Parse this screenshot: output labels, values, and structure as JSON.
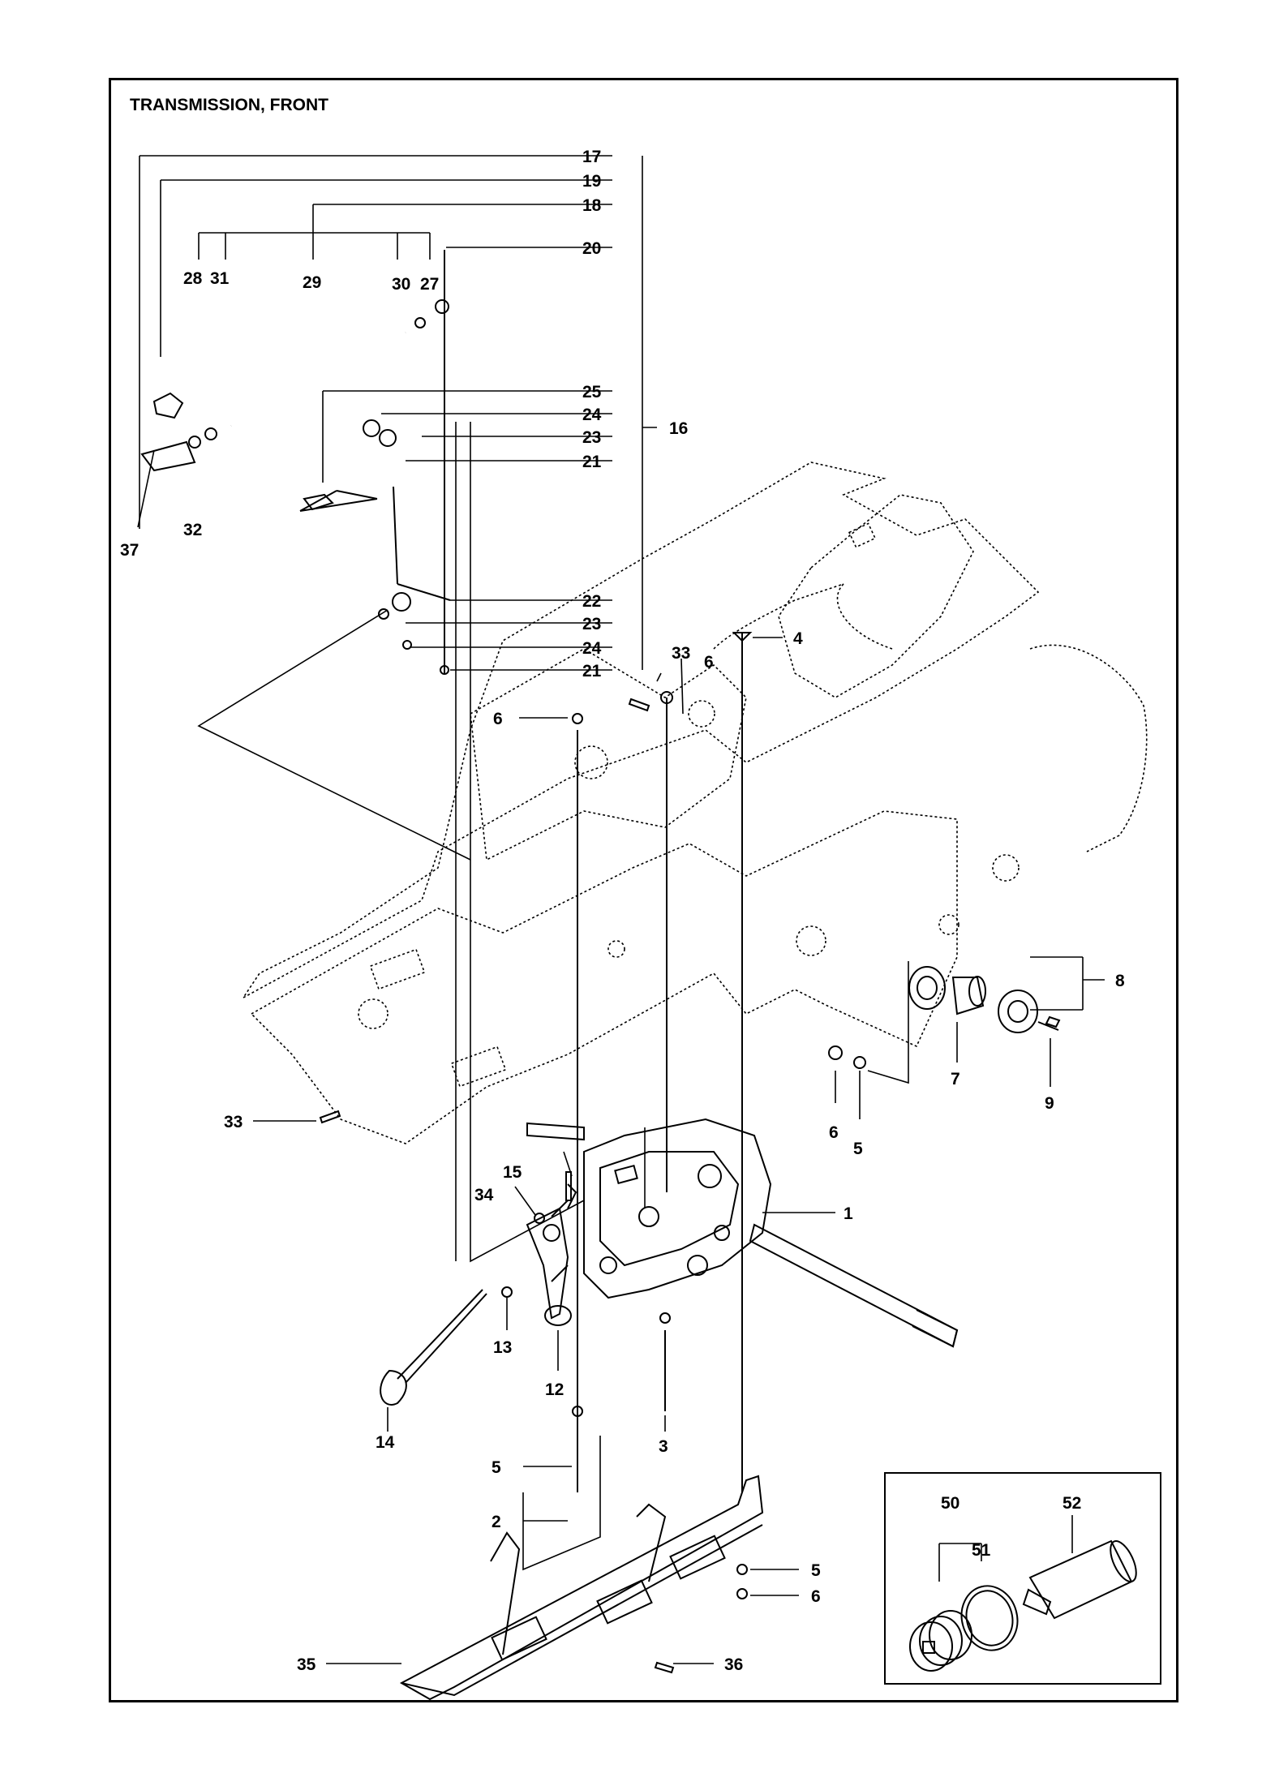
{
  "title": "TRANSMISSION, FRONT",
  "callouts": {
    "c1": "1",
    "c2": "2",
    "c3": "3",
    "c4": "4",
    "c5a": "5",
    "c5b": "5",
    "c5c": "5",
    "c6a": "6",
    "c6b": "6",
    "c6c": "6",
    "c6d": "6",
    "c7": "7",
    "c8": "8",
    "c9": "9",
    "c12": "12",
    "c13": "13",
    "c14": "14",
    "c15": "15",
    "c16": "16",
    "c17": "17",
    "c18": "18",
    "c19": "19",
    "c20": "20",
    "c21a": "21",
    "c21b": "21",
    "c22": "22",
    "c23a": "23",
    "c23b": "23",
    "c24a": "24",
    "c24b": "24",
    "c25": "25",
    "c27": "27",
    "c28": "28",
    "c29": "29",
    "c30": "30",
    "c31": "31",
    "c32": "32",
    "c33a": "33",
    "c33b": "33",
    "c34": "34",
    "c35": "35",
    "c36": "36",
    "c37": "37",
    "c50": "50",
    "c51": "51",
    "c52": "52"
  }
}
